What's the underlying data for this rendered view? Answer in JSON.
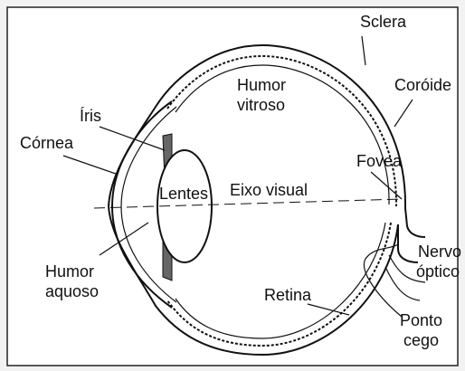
{
  "labels": {
    "sclera": "Sclera",
    "coroide": "Coróide",
    "humor_vitroso_1": "Humor",
    "humor_vitroso_2": "vitroso",
    "iris": "Íris",
    "cornea": "Córnea",
    "fovea": "Fovea",
    "lentes": "Lentes",
    "eixo_visual": "Eixo visual",
    "nervo_1": "Nervo",
    "nervo_2": "óptico",
    "humor_aquoso_1": "Humor",
    "humor_aquoso_2": "aquoso",
    "retina": "Retina",
    "ponto_cego_1": "Ponto",
    "ponto_cego_2": "cego"
  }
}
